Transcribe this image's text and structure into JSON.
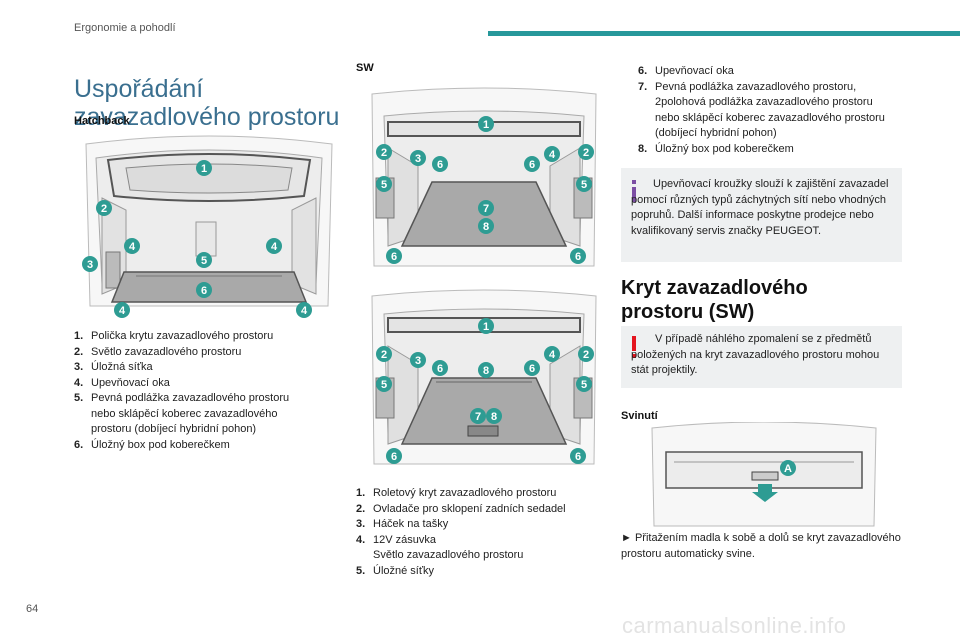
{
  "header": {
    "section": "Ergonomie a pohodlí"
  },
  "page_number": "64",
  "watermark": "carmanualsonline.info",
  "title": "Uspořádání zavazadlového prostoru",
  "hatchback": {
    "heading": "Hatchback",
    "items": [
      {
        "num": "1.",
        "text": "Polička krytu zavazadlového prostoru"
      },
      {
        "num": "2.",
        "text": "Světlo zavazadlového prostoru"
      },
      {
        "num": "3.",
        "text": "Úložná síťka"
      },
      {
        "num": "4.",
        "text": "Upevňovací oka"
      },
      {
        "num": "5.",
        "text": "Pevná podlážka zavazadlového prostoru nebo sklápěcí koberec zavazadlového prostoru (dobíjecí hybridní pohon)"
      },
      {
        "num": "6.",
        "text": "Úložný box pod koberečkem"
      }
    ]
  },
  "sw": {
    "heading": "SW",
    "items": [
      {
        "num": "1.",
        "text": "Roletový kryt zavazadlového prostoru"
      },
      {
        "num": "2.",
        "text": "Ovladače pro sklopení zadních sedadel"
      },
      {
        "num": "3.",
        "text": "Háček na tašky"
      },
      {
        "num": "4.",
        "text": "12V zásuvka",
        "text2": "Světlo zavazadlového prostoru"
      },
      {
        "num": "5.",
        "text": "Úložné síťky"
      }
    ],
    "items_cont": [
      {
        "num": "6.",
        "text": "Upevňovací oka"
      },
      {
        "num": "7.",
        "text": "Pevná podlážka zavazadlového prostoru, 2polohová podlážka zavazadlového prostoru nebo sklápěcí koberec zavazadlového prostoru (dobíjecí hybridní pohon)"
      },
      {
        "num": "8.",
        "text": "Úložný box pod koberečkem"
      }
    ]
  },
  "info_note": "Upevňovací kroužky slouží k zajištění zavazadel pomocí různých typů záchytných sítí nebo vhodných popruhů. Další informace poskytne prodejce nebo kvalifikovaný servis značky PEUGEOT.",
  "section2": {
    "title": "Kryt zavazadlového prostoru (SW)",
    "warning": "V případě náhlého zpomalení se z předmětů položených na kryt zavazadlového prostoru mohou stát projektily.",
    "subheading": "Svinutí",
    "instruction": "► Přitažením madla k sobě a dolů se kryt zavazadlového prostoru automaticky svine.",
    "callout": "A"
  },
  "colors": {
    "accent": "#27989b",
    "title": "#3a6f8f",
    "badge": "#2e9c93",
    "warning": "#e4151f",
    "info": "#7b4ea3"
  },
  "figures": {
    "hatchback_labels": [
      "1",
      "2",
      "3",
      "4",
      "4",
      "5",
      "6",
      "4",
      "4"
    ],
    "sw1_labels": [
      "1",
      "2",
      "2",
      "3",
      "6",
      "4",
      "6",
      "5",
      "5",
      "7",
      "8",
      "6",
      "6"
    ],
    "sw2_labels": [
      "1",
      "2",
      "2",
      "3",
      "6",
      "8",
      "6",
      "4",
      "5",
      "5",
      "7",
      "8",
      "6",
      "6"
    ]
  }
}
